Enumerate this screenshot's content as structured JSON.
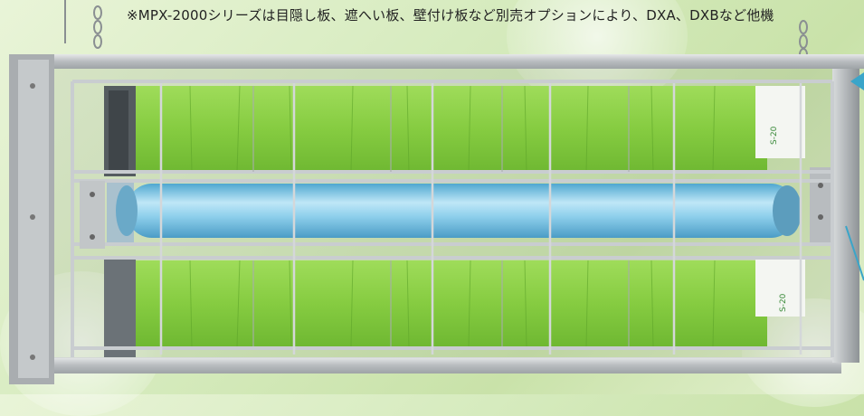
{
  "caption": {
    "text": "※MPX-2000シリーズは目隠し板、遮へい板、壁付け板など別売オプションにより、DXA、DXBなど他機"
  },
  "product": {
    "name": "insect-light-trap-fixture",
    "upper_label": "S-20",
    "lower_label": "S-20"
  },
  "colors": {
    "frame": "#c3c7c9",
    "sticky_paper": "#8fd34a",
    "uv_lamp": "#7cc6e6",
    "background": "#d6ebbe"
  }
}
